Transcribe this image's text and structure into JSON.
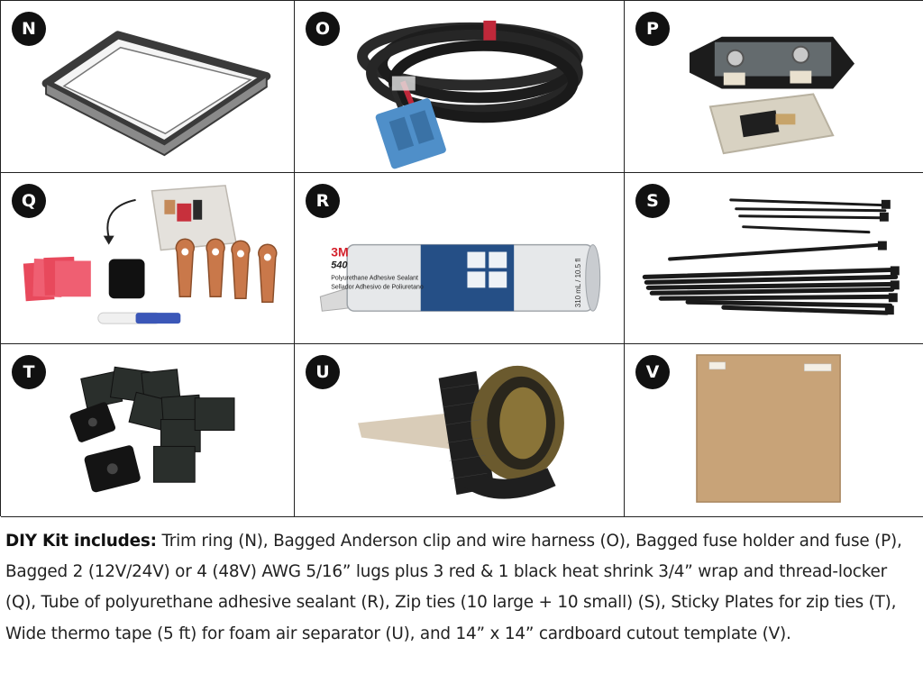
{
  "panels": [
    {
      "letter": "N",
      "item": "trim-ring"
    },
    {
      "letter": "O",
      "item": "anderson-clip-wire-harness"
    },
    {
      "letter": "P",
      "item": "fuse-holder-and-fuse"
    },
    {
      "letter": "Q",
      "item": "lugs-heat-shrink-thread-locker"
    },
    {
      "letter": "R",
      "item": "polyurethane-adhesive-sealant-tube"
    },
    {
      "letter": "S",
      "item": "zip-ties"
    },
    {
      "letter": "T",
      "item": "sticky-plates"
    },
    {
      "letter": "U",
      "item": "thermo-tape-roll"
    },
    {
      "letter": "V",
      "item": "cardboard-template"
    }
  ],
  "tube_label": {
    "brand": "3M",
    "model": "540",
    "line1": "Polyurethane Adhesive Sealant",
    "line2": "Sellador Adhesivo de Poliuretano",
    "volume": "310 mL / 10.5 fl"
  },
  "caption": {
    "lead": "DIY Kit includes:",
    "body": " Trim ring (N), Bagged Anderson clip and wire harness (O), Bagged fuse holder and fuse (P), Bagged 2 (12V/24V) or 4 (48V) AWG 5/16” lugs plus 3 red & 1 black heat shrink 3/4” wrap and thread-locker (Q), Tube of polyurethane adhesive sealant (R), Zip ties (10 large + 10 small) (S), Sticky Plates for zip ties (T), Wide thermo tape (5 ft) for foam air separator (U), and 14” x 14” cardboard cutout template (V)."
  }
}
